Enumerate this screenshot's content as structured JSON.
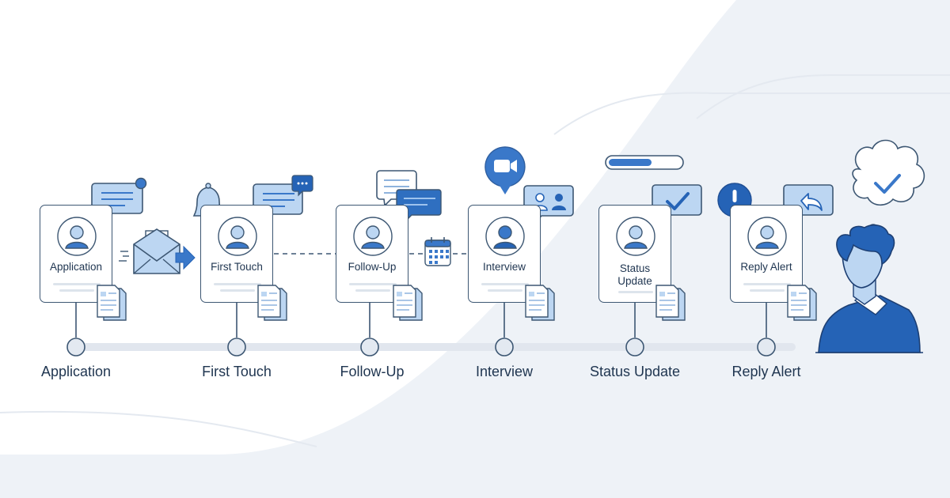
{
  "stages": [
    {
      "card_label": "Application",
      "axis_label": "Application"
    },
    {
      "card_label": "First Touch",
      "axis_label": "First Touch"
    },
    {
      "card_label": "Follow-Up",
      "axis_label": "Follow-Up"
    },
    {
      "card_label": "Interview",
      "axis_label": "Interview"
    },
    {
      "card_label": "Status Update",
      "axis_label": "Status Update"
    },
    {
      "card_label": "Reply Alert",
      "axis_label": "Reply Alert"
    }
  ],
  "progress_bar": {
    "fill_fraction": 0.6
  },
  "colors": {
    "outline": "#3d5773",
    "accent": "#3a78c9",
    "accent_dark": "#2563b6",
    "bubble_fill": "#bcd6f2",
    "timeline": "#e1e6ee",
    "background_shade": "#eef2f7"
  },
  "icons": [
    "chat-bubble-icon",
    "envelope-icon",
    "arrow-right-icon",
    "bell-icon",
    "chat-dots-icon",
    "calendar-icon",
    "video-camera-icon",
    "people-icon",
    "checkmark-icon",
    "exclamation-icon",
    "reply-arrow-icon",
    "thought-bubble-check-icon",
    "document-icon",
    "person-icon"
  ]
}
